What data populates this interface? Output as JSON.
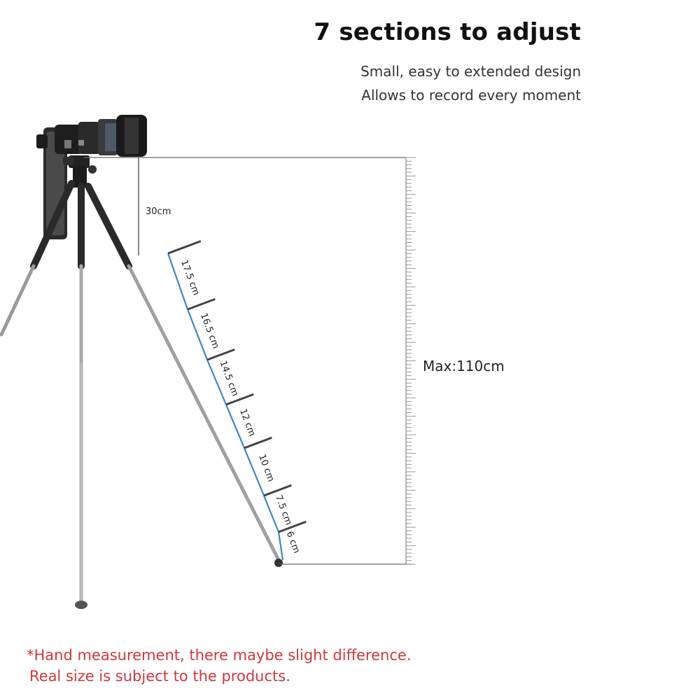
{
  "header": {
    "title": "7 sections to adjust",
    "subtitle_line1": "Small, easy to extended design",
    "subtitle_line2": "Allows to record every moment"
  },
  "measurements": {
    "top_height": "30cm",
    "max_height": "Max:110cm",
    "sections": [
      "17.5 cm",
      "16.5 cm",
      "14.5 cm",
      "12 cm",
      "10 cm",
      "7.5 cm",
      "6 cm"
    ]
  },
  "footnote": {
    "line1": "*Hand measurement, there maybe slight difference.",
    "line2": "Real size is subject to the products."
  },
  "colors": {
    "accent_line": "#3a86c8",
    "note_text": "#d0373b",
    "ruler": "#888888"
  }
}
